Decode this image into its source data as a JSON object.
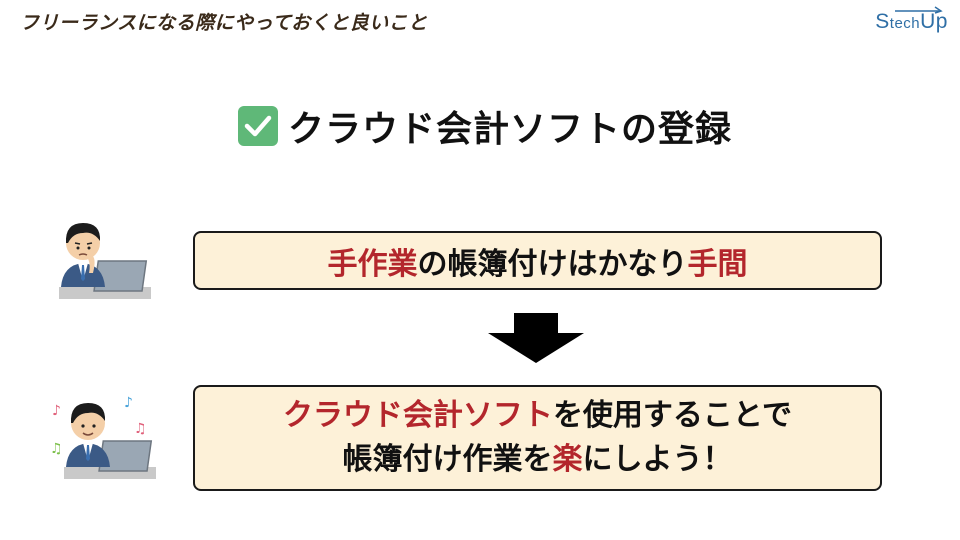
{
  "header": {
    "title": "フリーランスになる際にやっておくと良いこと"
  },
  "logo": {
    "text_s": "S",
    "text_tech": "tech",
    "text_up": "Up"
  },
  "heading": {
    "icon": "check-mark-icon",
    "text": "クラウド会計ソフトの登録"
  },
  "box1": {
    "parts": [
      "手作業",
      "の帳簿付けはかなり",
      "手間"
    ]
  },
  "box2": {
    "line1_parts": [
      "クラウド会計ソフト",
      "を使用することで"
    ],
    "line2_parts": [
      "帳簿付け作業を",
      "楽",
      "にしよう！"
    ]
  },
  "colors": {
    "accent_red": "#b3262c",
    "box_bg": "#fdf1d8",
    "logo_blue": "#2f6fa6",
    "check_green": "#5fb878"
  }
}
